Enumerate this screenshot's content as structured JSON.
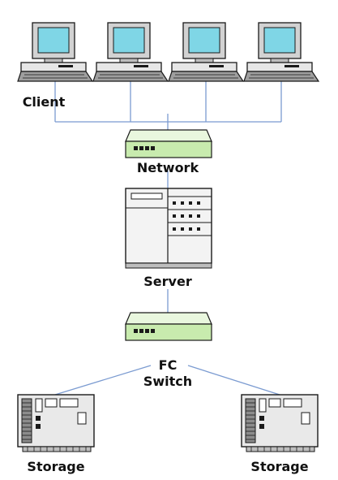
{
  "labels": {
    "client": "Client",
    "network": "Network",
    "server": "Server",
    "fc_switch_line1": "FC",
    "fc_switch_line2": "Switch",
    "storage_left": "Storage",
    "storage_right": "Storage"
  },
  "colors": {
    "link": "#7b9bd1",
    "monitor_screen": "#7fd6e6",
    "device_body": "#e9e9e9",
    "device_outline": "#1a1a1a",
    "switch_green": "#c8ebae"
  },
  "icons": {
    "client_pc": "desktop-computer-icon",
    "network_switch": "network-switch-icon",
    "server": "server-cabinet-icon",
    "fc_switch": "fc-switch-icon",
    "storage": "storage-array-icon"
  }
}
